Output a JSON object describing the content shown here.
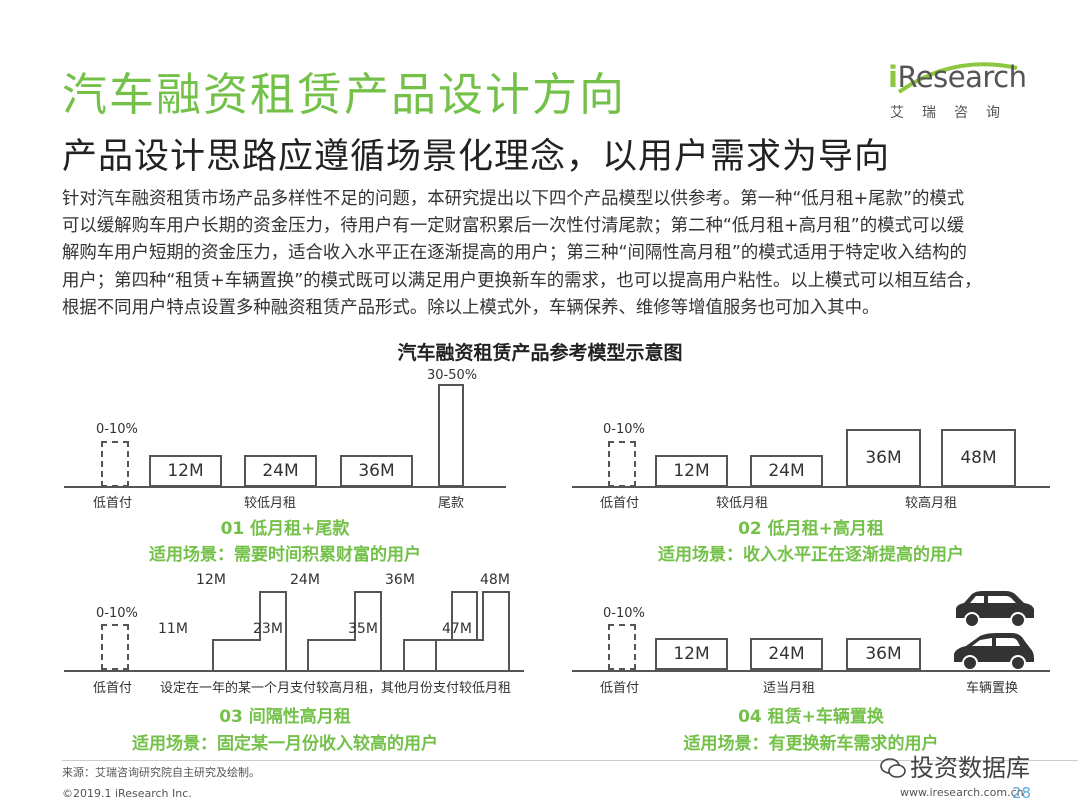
{
  "header": {
    "title": "汽车融资租赁产品设计方向",
    "subtitle": "产品设计思路应遵循场景化理念，以用户需求为导向"
  },
  "logo": {
    "brand_i": "i",
    "brand_rest": "Research",
    "cn": "艾瑞咨询"
  },
  "intro": {
    "lines": [
      "针对汽车融资租赁市场产品多样性不足的问题，本研究提出以下四个产品模型以供参考。第一种“低月租+尾款”的模式",
      "可以缓解购车用户长期的资金压力，待用户有一定财富积累后一次性付清尾款；第二种“低月租+高月租”的模式可以缓",
      "解购车用户短期的资金压力，适合收入水平正在逐渐提高的用户；第三种“间隔性高月租”的模式适用于特定收入结构的",
      "用户；第四种“租赁+车辆置换”的模式既可以满足用户更换新车的需求，也可以提高用户粘性。以上模式可以相互结合，",
      "根据不同用户特点设置多种融资租赁产品形式。除以上模式外，车辆保养、维修等增值服务也可加入其中。"
    ]
  },
  "diagram": {
    "title": "汽车融资租赁产品参考模型示意图",
    "models": [
      {
        "name": "01 低月租+尾款",
        "scene": "适用场景：需要时间积累财富的用户",
        "down_pct": "0-10%",
        "boxes": [
          "12M",
          "24M",
          "36M"
        ],
        "final_pct": "30-50%",
        "labels": {
          "down": "低首付",
          "low": "较低月租",
          "final": "尾款"
        }
      },
      {
        "name": "02 低月租+高月租",
        "scene": "适用场景：收入水平正在逐渐提高的用户",
        "down_pct": "0-10%",
        "low_boxes": [
          "12M",
          "24M"
        ],
        "high_boxes": [
          "36M",
          "48M"
        ],
        "labels": {
          "down": "低首付",
          "low": "较低月租",
          "high": "较高月租"
        }
      },
      {
        "name": "03 间隔性高月租",
        "scene": "适用场景：固定某一月份收入较高的用户",
        "down_pct": "0-10%",
        "steps": [
          {
            "low": "11M",
            "high": "12M"
          },
          {
            "low": "23M",
            "high": "24M"
          },
          {
            "low": "35M",
            "high": "36M"
          },
          {
            "low": "47M",
            "high": "48M"
          }
        ],
        "labels": {
          "down": "低首付",
          "desc": "设定在一年的某一个月支付较高月租，其他月份支付较低月租"
        }
      },
      {
        "name": "04 租赁+车辆置换",
        "scene": "适用场景：有更换新车需求的用户",
        "down_pct": "0-10%",
        "boxes": [
          "12M",
          "24M",
          "36M"
        ],
        "labels": {
          "down": "低首付",
          "mid": "适当月租",
          "swap": "车辆置换"
        }
      }
    ]
  },
  "footer": {
    "source": "来源：艾瑞咨询研究院自主研究及绘制。",
    "copyright": "©2019.1 iResearch Inc.",
    "url": "www.iresearch.com.cn",
    "watermark": "投资数据库",
    "page": "28"
  },
  "colors": {
    "accent": "#74c14a",
    "line": "#555555"
  }
}
